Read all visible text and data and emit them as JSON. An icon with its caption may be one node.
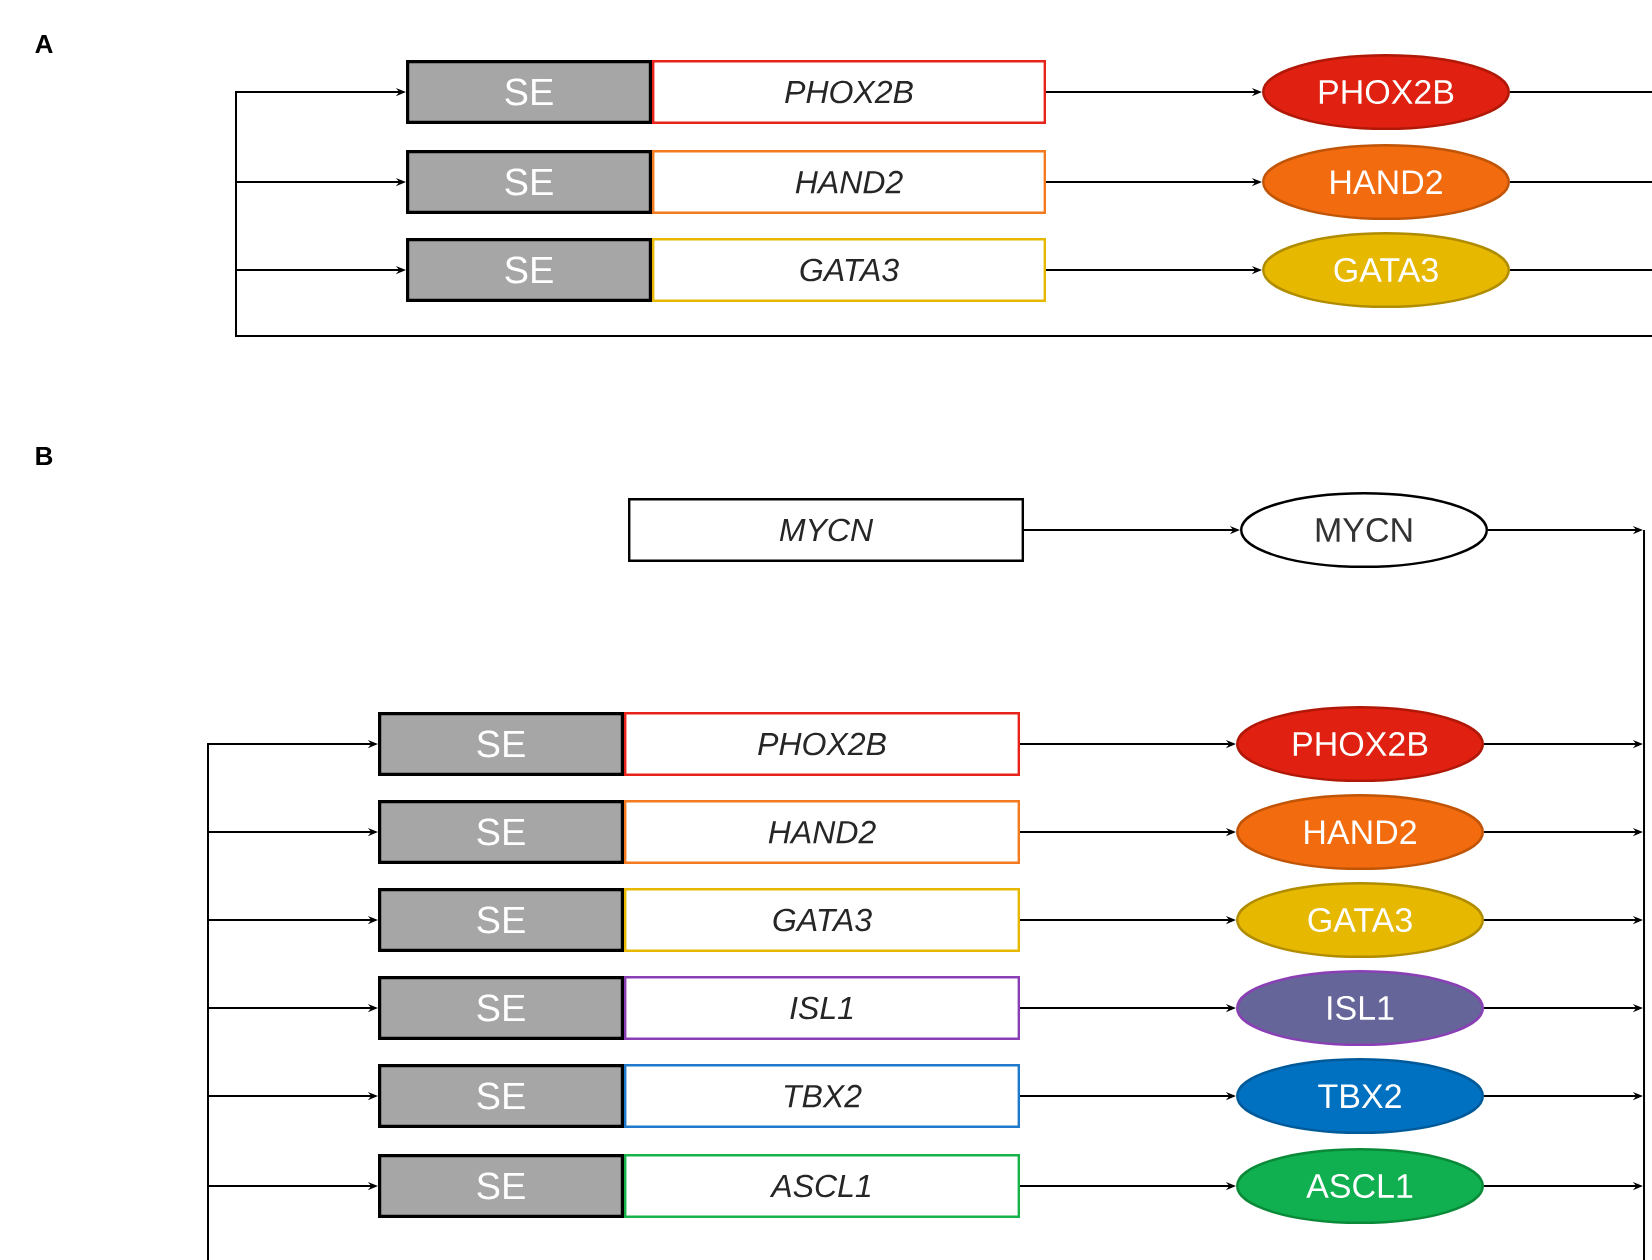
{
  "diagram": {
    "nodes": [
      {
        "text": [
          "SE"
        ]
      },
      {
        "text": [
          "PHOX2B"
        ]
      },
      {
        "text": [
          "PHOX2B"
        ]
      },
      {
        "text": [
          "SE"
        ]
      },
      {
        "text": [
          "HAND2"
        ]
      },
      {
        "text": [
          "HAND2"
        ]
      },
      {
        "text": [
          "SE"
        ]
      },
      {
        "text": [
          "GATA3"
        ]
      },
      {
        "text": [
          "GATA3"
        ]
      },
      {
        "text": [
          "MYCN"
        ]
      },
      {
        "text": [
          "MYCN"
        ]
      },
      {
        "text": [
          "SE"
        ]
      },
      {
        "text": [
          "PHOX2B"
        ]
      },
      {
        "text": [
          "PHOX2B"
        ]
      },
      {
        "text": [
          "SE"
        ]
      },
      {
        "text": [
          "HAND2"
        ]
      },
      {
        "text": [
          "HAND2"
        ]
      },
      {
        "text": [
          "SE"
        ]
      },
      {
        "text": [
          "GATA3"
        ]
      },
      {
        "text": [
          "GATA3"
        ]
      },
      {
        "text": [
          "SE"
        ]
      },
      {
        "text": [
          "ISL1"
        ]
      },
      {
        "text": [
          "ISL1"
        ]
      },
      {
        "text": [
          "SE"
        ]
      },
      {
        "text": [
          "TBX2"
        ]
      },
      {
        "text": [
          "TBX2"
        ]
      },
      {
        "text": [
          "SE"
        ]
      },
      {
        "text": [
          "ASCL1"
        ]
      },
      {
        "text": [
          "ASCL1"
        ]
      }
    ],
    "edges": [
      {
        "from": 1,
        "to": 2,
        "arrow": "to"
      },
      {
        "from": 2,
        "to": null,
        "arrow": "none"
      },
      {
        "from": null,
        "to": 0,
        "arrow": "to"
      },
      {
        "from": 4,
        "to": 5,
        "arrow": "to"
      },
      {
        "from": 5,
        "to": null,
        "arrow": "none"
      },
      {
        "from": null,
        "to": 3,
        "arrow": "to"
      },
      {
        "from": 7,
        "to": 8,
        "arrow": "to"
      },
      {
        "from": 8,
        "to": null,
        "arrow": "none"
      },
      {
        "from": null,
        "to": 6,
        "arrow": "to"
      },
      {
        "from": 9,
        "to": 10,
        "arrow": "to"
      },
      {
        "from": 10,
        "to": null,
        "arrow": "to"
      },
      {
        "from": 12,
        "to": 13,
        "arrow": "to"
      },
      {
        "from": 13,
        "to": null,
        "arrow": "to"
      },
      {
        "from": null,
        "to": 11,
        "arrow": "to"
      },
      {
        "from": 15,
        "to": 16,
        "arrow": "to"
      },
      {
        "from": 16,
        "to": null,
        "arrow": "to"
      },
      {
        "from": null,
        "to": 14,
        "arrow": "to"
      },
      {
        "from": 18,
        "to": 19,
        "arrow": "to"
      },
      {
        "from": 19,
        "to": null,
        "arrow": "to"
      },
      {
        "from": null,
        "to": 17,
        "arrow": "to"
      },
      {
        "from": 21,
        "to": 22,
        "arrow": "to"
      },
      {
        "from": 22,
        "to": null,
        "arrow": "to"
      },
      {
        "from": null,
        "to": 20,
        "arrow": "to"
      },
      {
        "from": 24,
        "to": 25,
        "arrow": "to"
      },
      {
        "from": 25,
        "to": null,
        "arrow": "to"
      },
      {
        "from": null,
        "to": 23,
        "arrow": "to"
      },
      {
        "from": 27,
        "to": 28,
        "arrow": "to"
      },
      {
        "from": 28,
        "to": null,
        "arrow": "to"
      },
      {
        "from": null,
        "to": 26,
        "arrow": "to"
      }
    ],
    "labels": [
      "A",
      "B"
    ]
  }
}
